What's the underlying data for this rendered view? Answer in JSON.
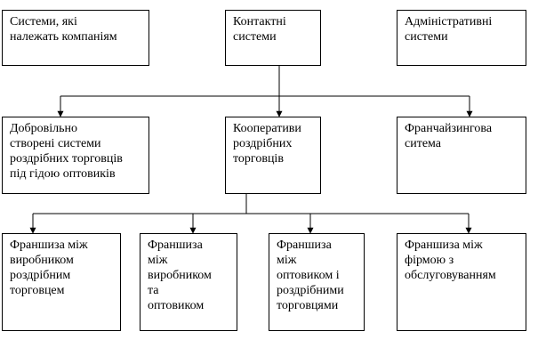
{
  "diagram": {
    "top": [
      {
        "id": "company_systems",
        "label": "Системи, які\nналежать компаніям"
      },
      {
        "id": "contract_systems",
        "label": "Контактні\nсистеми"
      },
      {
        "id": "administrative_systems",
        "label": "Адміністративні\nсистеми"
      }
    ],
    "middle": [
      {
        "id": "voluntary_chains",
        "label": "Добровільно\nстворені системи\nроздрібних торговців\nпід гідою оптовиків"
      },
      {
        "id": "retail_cooperatives",
        "label": "Кооперативи\nроздрібних\nторговців"
      },
      {
        "id": "franchising_system",
        "label": "Франчайзингова\nситема"
      }
    ],
    "bottom": [
      {
        "id": "franchise_manufacturer_retailer",
        "label": "Франшиза між\nвиробником\nроздрібним\nторговцем"
      },
      {
        "id": "franchise_manufacturer_wholesaler",
        "label": "Франшиза\nміж\nвиробником\nта\nоптовиком"
      },
      {
        "id": "franchise_wholesaler_retailers",
        "label": "Франшиза\nміж\nоптовиком і\nроздрібними\nторговцями"
      },
      {
        "id": "franchise_firm_service",
        "label": "Франшиза між\nфірмою з\nобслуговуванням"
      }
    ]
  }
}
